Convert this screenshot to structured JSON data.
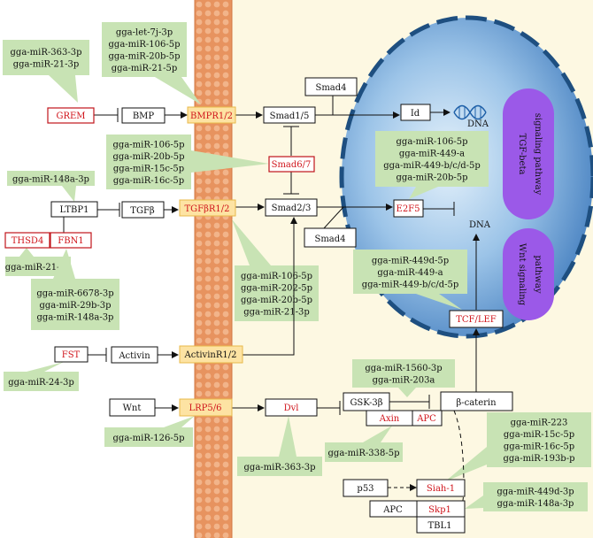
{
  "labels": {
    "bmp": "BMP",
    "grem": "GREM",
    "bmpr": "BMPR1/2",
    "smad15": "Smad1/5",
    "smad4_top": "Smad4",
    "id": "Id",
    "dna_helix": "DNA",
    "smad67": "Smad6/7",
    "ltbp1": "LTBP1",
    "thsd4": "THSD4",
    "fbn1": "FBN1",
    "tgfb": "TGFβ",
    "tgfbr": "TGFβR1/2",
    "smad23": "Smad2/3",
    "smad4_mid": "Smad4",
    "e2f5": "E2F5",
    "dna_mid": "DNA",
    "fst": "FST",
    "activin": "Activin",
    "activinr": "ActivinR1/2",
    "wnt": "Wnt",
    "lrp": "LRP5/6",
    "dvl": "Dvl",
    "gsk": "GSK-3β",
    "axin": "Axin",
    "apc_red": "APC",
    "bcat": "β-caterin",
    "tcf": "TCF/LEF",
    "p53": "p53",
    "siah": "Siah-1",
    "apc2": "APC",
    "skp1": "Skp1",
    "tbl1": "TBL1"
  },
  "pathways": {
    "tgf_line1": "TGF-beta",
    "tgf_line2": "signaling pathway",
    "wnt_line1": "Wnt signaling",
    "wnt_line2": "pathway"
  },
  "mirnas": {
    "g1": [
      "gga-miR-363-3p",
      "gga-miR-21-3p"
    ],
    "g2": [
      "gga-let-7j-3p",
      "gga-miR-106-5p",
      "gga-miR-20b-5p",
      "gga-miR-21-5p"
    ],
    "g3": [
      "gga-miR-106-5p",
      "gga-miR-20b-5p",
      "gga-miR-15c-5p",
      "gga-miR-16c-5p"
    ],
    "g4": [
      "gga-miR-106-5p",
      "gga-miR-449-a",
      "gga-miR-449-b/c/d-5p",
      "gga-miR-20b-5p"
    ],
    "g5": [
      "gga-miR-148a-3p"
    ],
    "g6": [
      "gga-miR-21-3p"
    ],
    "g7": [
      "gga-miR-6678-3p",
      "gga-miR-29b-3p",
      "gga-miR-148a-3p"
    ],
    "g8": [
      "gga-miR-106-5p",
      "gga-miR-202-5p",
      "gga-miR-20b-5p",
      "gga-miR-21-3p"
    ],
    "g9": [
      "gga-miR-449d-5p",
      "gga-miR-449-a",
      "gga-miR-449-b/c/d-5p"
    ],
    "g10": [
      "gga-miR-24-3p"
    ],
    "g11": [
      "gga-miR-1560-3p",
      "gga-miR-203a"
    ],
    "g12": [
      "gga-miR-126-5p"
    ],
    "g13": [
      "gga-miR-338-5p"
    ],
    "g14": [
      "gga-miR-363-3p"
    ],
    "g15": [
      "gga-miR-223",
      "gga-miR-15c-5p",
      "gga-miR-16c-5p",
      "gga-miR-193b-p"
    ],
    "g16": [
      "gga-miR-449d-3p",
      "gga-miR-148a-3p"
    ]
  },
  "colors": {
    "nucleus": "#6fa3d6",
    "membrane": "#e9a06e",
    "cytoplasm": "#fdf8e2",
    "mirna_box": "#c8e3b4",
    "receptor": "#fde3a3",
    "pathway_pill": "#9b59e8",
    "target_red": "#d0141b"
  },
  "icons": [
    "dna-helix-icon"
  ]
}
